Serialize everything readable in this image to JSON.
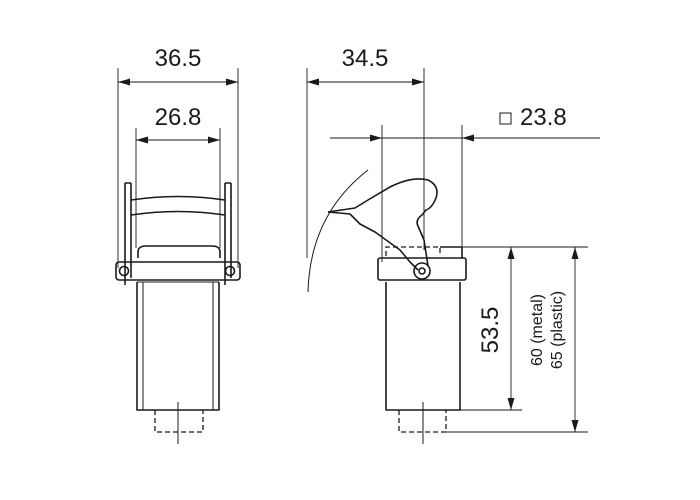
{
  "dimensions": {
    "front_outer_width": "36.5",
    "front_inner_width": "26.8",
    "side_lever_width": "34.5",
    "square_size": "23.8",
    "body_height": "53.5",
    "height_metal": "60 (metal)",
    "height_plastic": "65 (plastic)"
  },
  "symbols": {
    "square_symbol": "square-outline-icon"
  }
}
